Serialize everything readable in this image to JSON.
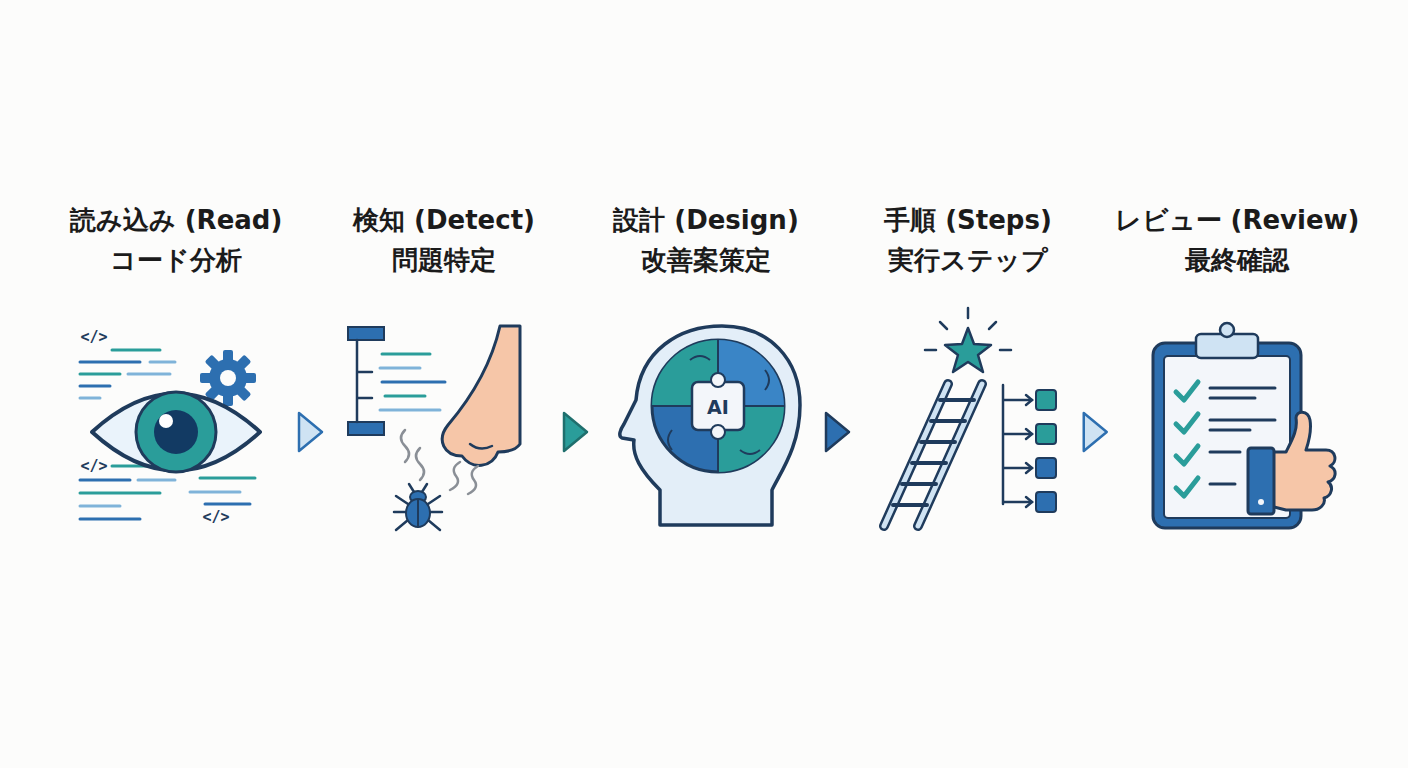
{
  "diagram": {
    "nodes": [
      {
        "text": [
          "読み込み (Read)",
          "コード分析"
        ]
      },
      {
        "text": [
          "検知 (Detect)",
          "問題特定"
        ]
      },
      {
        "text": [
          "設計 (Design)",
          "改善案策定"
        ]
      },
      {
        "text": [
          "手順 (Steps)",
          "実行ステップ"
        ]
      },
      {
        "text": [
          "レビュー (Review)",
          "最終確認"
        ]
      }
    ],
    "edges": [
      {
        "from": 0,
        "to": 1,
        "arrow": "to"
      },
      {
        "from": 1,
        "to": 2,
        "arrow": "to"
      },
      {
        "from": 2,
        "to": 3,
        "arrow": "to"
      },
      {
        "from": 3,
        "to": 4,
        "arrow": "to"
      }
    ],
    "labels": [
      "</>",
      "</>",
      "</>",
      "AI"
    ]
  }
}
